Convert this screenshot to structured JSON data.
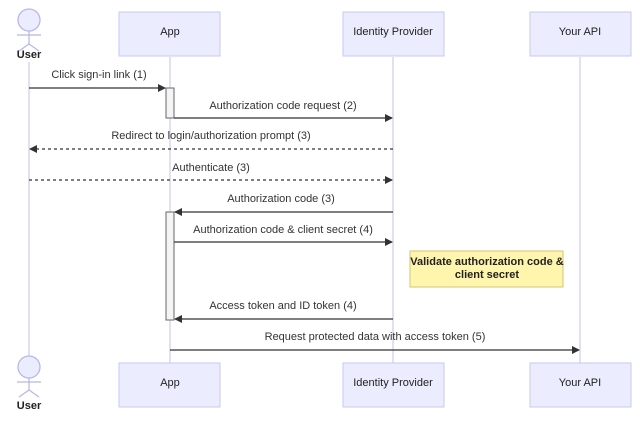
{
  "participants": {
    "user": "User",
    "app": "App",
    "idp": "Identity Provider",
    "api": "Your API"
  },
  "messages": [
    "Click sign-in link (1)",
    "Authorization code request (2)",
    "Redirect to login/authorization prompt (3)",
    "Authenticate (3)",
    "Authorization code (3)",
    "Authorization code & client secret (4)",
    "Access token and ID token (4)",
    "Request protected data with access token (5)"
  ],
  "note": {
    "line1": "Validate authorization code &",
    "line2": "client secret"
  },
  "colors": {
    "participant_fill": "#ececff",
    "note_fill": "#fff5ad",
    "arrow": "#333333"
  }
}
